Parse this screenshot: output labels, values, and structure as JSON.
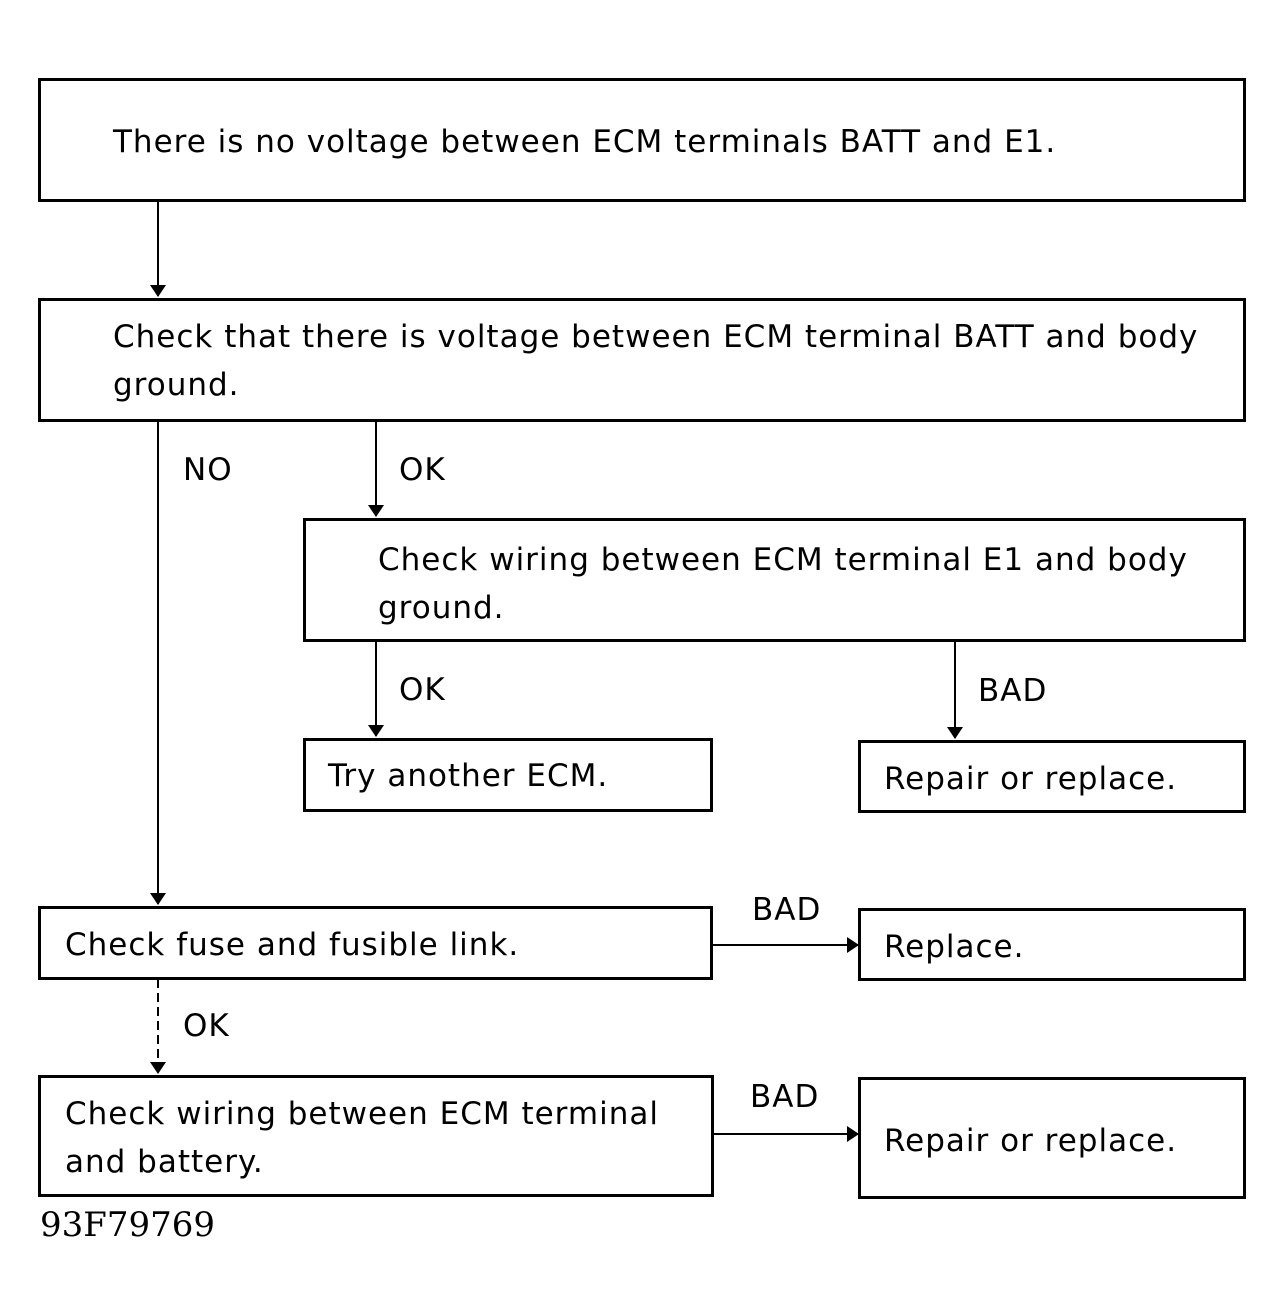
{
  "steps": {
    "s1": "There is no voltage between ECM terminals BATT and E1.",
    "s2": "Check that there is voltage between ECM terminal BATT and body ground.",
    "s3": "Check wiring between ECM terminal E1 and body ground.",
    "s4": "Try another ECM.",
    "s5": "Repair or replace.",
    "s6": "Check fuse and fusible link.",
    "s7": "Replace.",
    "s8": "Check wiring between ECM terminal and battery.",
    "s9": "Repair or replace."
  },
  "edge_labels": {
    "no": "NO",
    "ok1": "OK",
    "ok2": "OK",
    "bad1": "BAD",
    "bad2": "BAD",
    "ok3": "OK",
    "bad3": "BAD"
  },
  "figure_code": "93F79769"
}
